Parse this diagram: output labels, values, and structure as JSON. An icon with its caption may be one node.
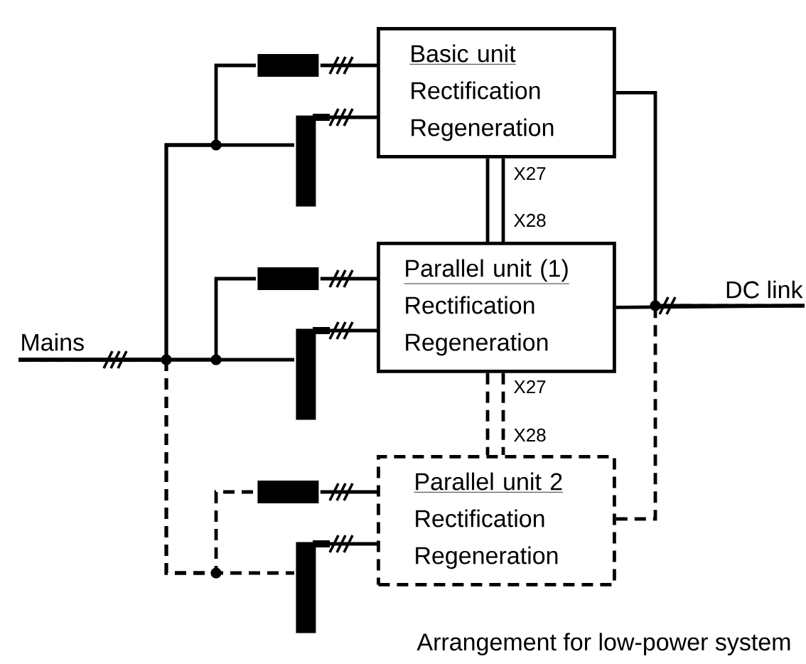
{
  "diagram": {
    "caption": "Arrangement for low-power system",
    "nodes": [
      {
        "text": [
          "Basic unit",
          "Rectification",
          "Regeneration"
        ]
      },
      {
        "text": [
          "Parallel unit (1)",
          "Rectification",
          "Regeneration"
        ]
      },
      {
        "text": [
          "Parallel unit 2",
          "Rectification",
          "Regeneration"
        ]
      },
      {
        "text": [
          "Mains"
        ]
      },
      {
        "text": [
          "DC link"
        ]
      },
      {
        "text": [],
        "shape": "bar"
      },
      {
        "text": [],
        "shape": "bar"
      },
      {
        "text": [],
        "shape": "bar"
      },
      {
        "text": [],
        "shape": "bar"
      },
      {
        "text": [],
        "shape": "bar"
      },
      {
        "text": [],
        "shape": "bar"
      }
    ],
    "edges": [
      {
        "from": 3,
        "to": 5,
        "arrow": "none"
      },
      {
        "from": 3,
        "to": 6,
        "arrow": "none"
      },
      {
        "from": 3,
        "to": 7,
        "arrow": "none"
      },
      {
        "from": 3,
        "to": 8,
        "arrow": "none"
      },
      {
        "from": 3,
        "to": 9,
        "arrow": "none",
        "style": "dashed"
      },
      {
        "from": 3,
        "to": 10,
        "arrow": "none",
        "style": "dashed"
      },
      {
        "from": 5,
        "to": 0,
        "arrow": "none"
      },
      {
        "from": 6,
        "to": 0,
        "arrow": "none"
      },
      {
        "from": 7,
        "to": 1,
        "arrow": "none"
      },
      {
        "from": 8,
        "to": 1,
        "arrow": "none"
      },
      {
        "from": 9,
        "to": 2,
        "arrow": "none"
      },
      {
        "from": 10,
        "to": 2,
        "arrow": "none"
      },
      {
        "from": 0,
        "to": 4,
        "arrow": "none"
      },
      {
        "from": 1,
        "to": 4,
        "arrow": "none"
      },
      {
        "from": 2,
        "to": 4,
        "arrow": "none",
        "style": "dashed"
      },
      {
        "from": 0,
        "to": 1,
        "arrow": "none"
      },
      {
        "from": 0,
        "to": 1,
        "arrow": "none"
      },
      {
        "from": 1,
        "to": 2,
        "arrow": "none",
        "style": "dashed"
      },
      {
        "from": 1,
        "to": 2,
        "arrow": "none",
        "style": "dashed"
      }
    ],
    "labels": [
      "X27",
      "X28",
      "X27",
      "X28"
    ]
  }
}
